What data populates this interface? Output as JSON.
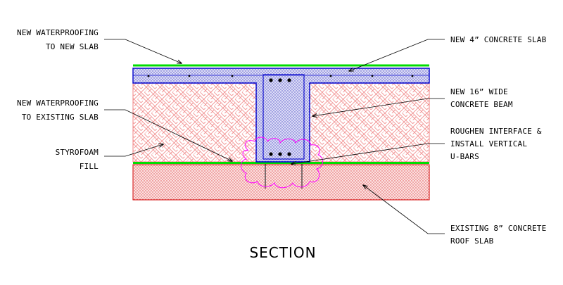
{
  "title": "SECTION",
  "labels": {
    "wp_new_slab_1": "NEW WATERPROOFING",
    "wp_new_slab_2": "TO NEW SLAB",
    "wp_existing_1": "NEW WATERPROOFING",
    "wp_existing_2": "TO EXISTING SLAB",
    "styrofoam_1": "STYROFOAM",
    "styrofoam_2": "FILL",
    "new_slab": "NEW 4” CONCRETE SLAB",
    "beam_1": "NEW 16” WIDE",
    "beam_2": "CONCRETE BEAM",
    "roughen_1": "ROUGHEN INTERFACE &",
    "roughen_2": "INSTALL VERTICAL",
    "roughen_3": "U-BARS",
    "existing_1": "EXISTING 8” CONCRETE",
    "existing_2": "ROOF SLAB"
  },
  "colors": {
    "waterproofing": "#00dd00",
    "new_concrete_outline": "#0000cc",
    "new_concrete_fill": "#c8c8f0",
    "styrofoam_hatch": "#f08080",
    "existing_slab_fill": "#f4b4b4",
    "existing_slab_outline": "#d00000",
    "ubar_cloud": "#ff00ff",
    "leader": "#000000"
  }
}
